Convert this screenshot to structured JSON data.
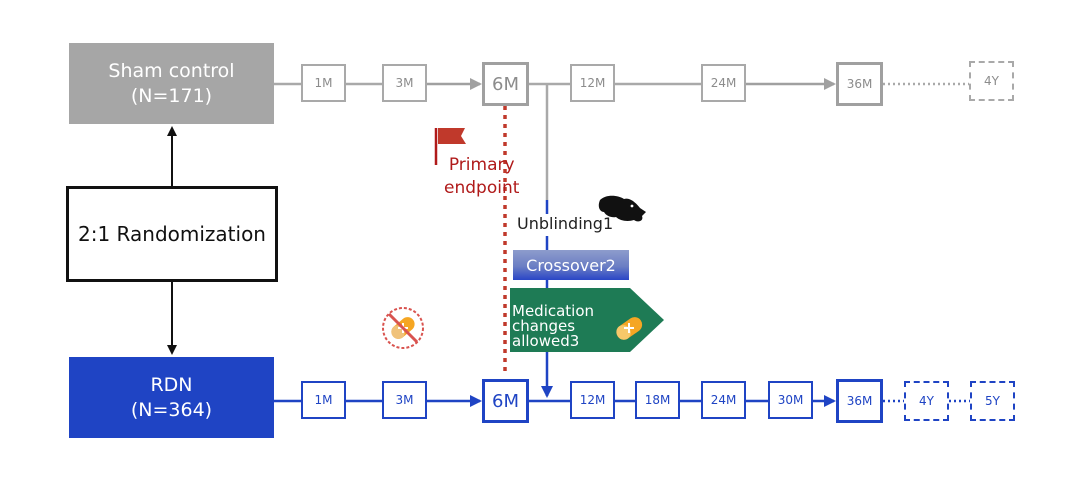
{
  "arms": {
    "sham": {
      "name": "Sham control",
      "n": "(N=171)"
    },
    "rdn": {
      "name": "RDN",
      "n": "(N=364)"
    }
  },
  "randomization": "2:1 Randomization",
  "sham_timepoints": [
    "1M",
    "3M",
    "6M",
    "12M",
    "24M",
    "36M",
    "4Y"
  ],
  "rdn_timepoints": [
    "1M",
    "3M",
    "6M",
    "12M",
    "18M",
    "24M",
    "30M",
    "36M",
    "4Y",
    "5Y"
  ],
  "primary_endpoint": {
    "line1": "Primary",
    "line2": "endpoint"
  },
  "unblinding": "Unblinding1",
  "crossover": "Crossover2",
  "medication": {
    "line1": "Medication",
    "line2": "changes",
    "line3": "allowed3"
  },
  "colors": {
    "sham": "#a6a6a6",
    "rdn": "#1f44c4",
    "endpoint": "#c0392b",
    "medication": "#1e7b55"
  },
  "icons": [
    "flag-icon",
    "cat-icon",
    "no-pill-icon",
    "pill-icon"
  ]
}
